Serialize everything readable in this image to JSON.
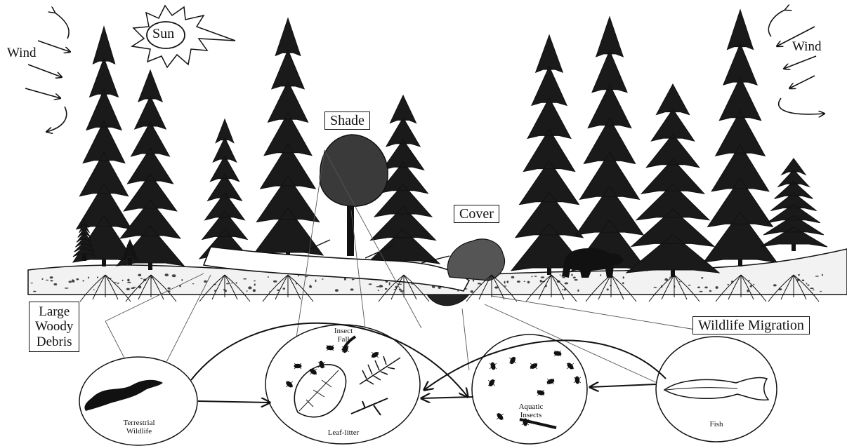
{
  "labels": {
    "sun": "Sun",
    "wind_left": "Wind",
    "wind_right": "Wind",
    "shade": "Shade",
    "cover": "Cover",
    "large_woody_debris": "Large\nWoody\nDebris",
    "wildlife_migration": "Wildlife Migration"
  },
  "circles": {
    "terrestrial_wildlife": "Terrestrial\nWildlife",
    "insect_fall": "Insect\nFall",
    "leaf_litter": "Leaf-litter",
    "aquatic_insects": "Aquatic\nInsects",
    "fish": "Fish"
  }
}
